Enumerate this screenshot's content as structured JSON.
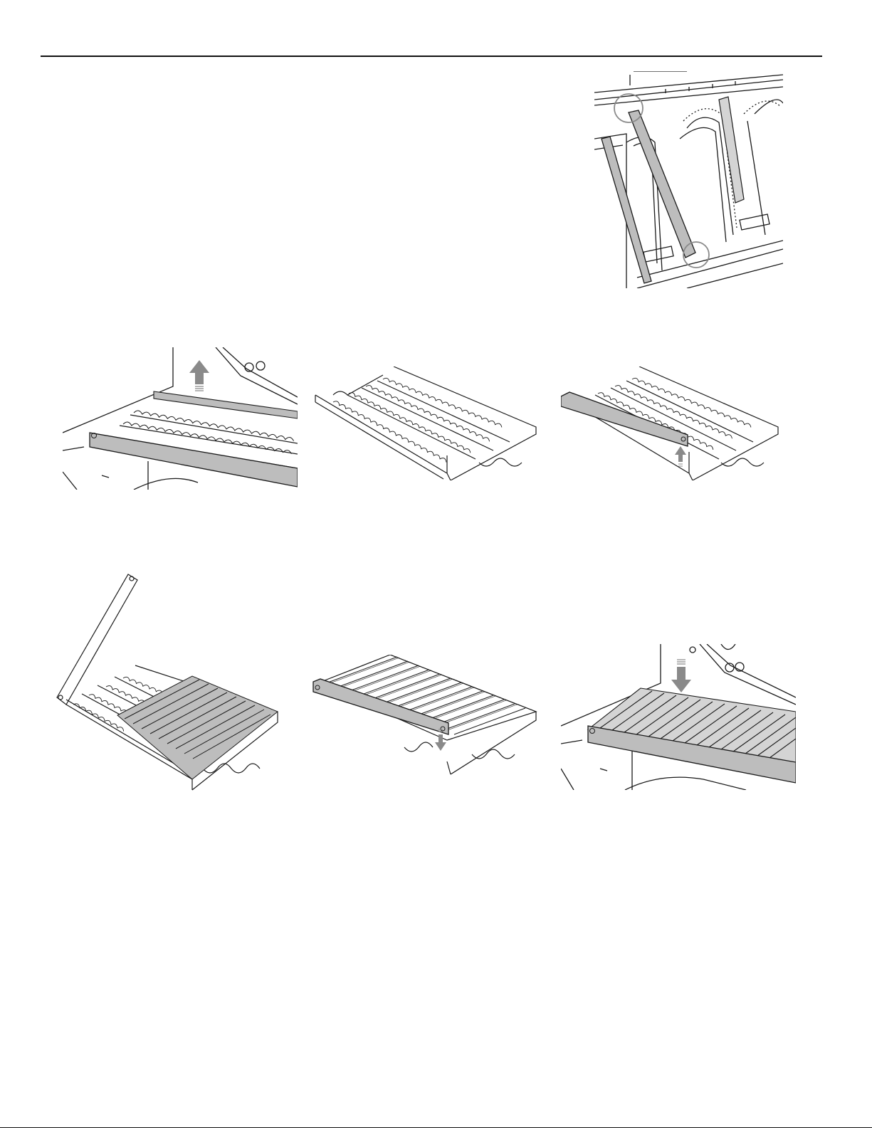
{
  "page": {
    "header_rule": true,
    "footer_rule": true,
    "text": []
  },
  "figures": [
    {
      "id": "fig-a",
      "subject": "burner-with-tent-circled",
      "icon": "burner-tent-diagram"
    },
    {
      "id": "fig-b",
      "subject": "flavorizer-tray-lift-out",
      "arrow": "up"
    },
    {
      "id": "fig-c",
      "subject": "flavorizer-tray-bare",
      "arrow": "none"
    },
    {
      "id": "fig-d",
      "subject": "flavorizer-tray-bar-lift",
      "arrow": "up"
    },
    {
      "id": "fig-e",
      "subject": "tray-with-bars-swing-open",
      "arrow": "none"
    },
    {
      "id": "fig-f",
      "subject": "tray-with-bars-lower-bar",
      "arrow": "down"
    },
    {
      "id": "fig-g",
      "subject": "tray-with-bars-installed",
      "arrow": "down"
    }
  ],
  "colors": {
    "line": "#1a1a1a",
    "fill_highlight": "#bdbdbd",
    "fill_arrow": "#8a8a8a",
    "background": "#ffffff"
  }
}
